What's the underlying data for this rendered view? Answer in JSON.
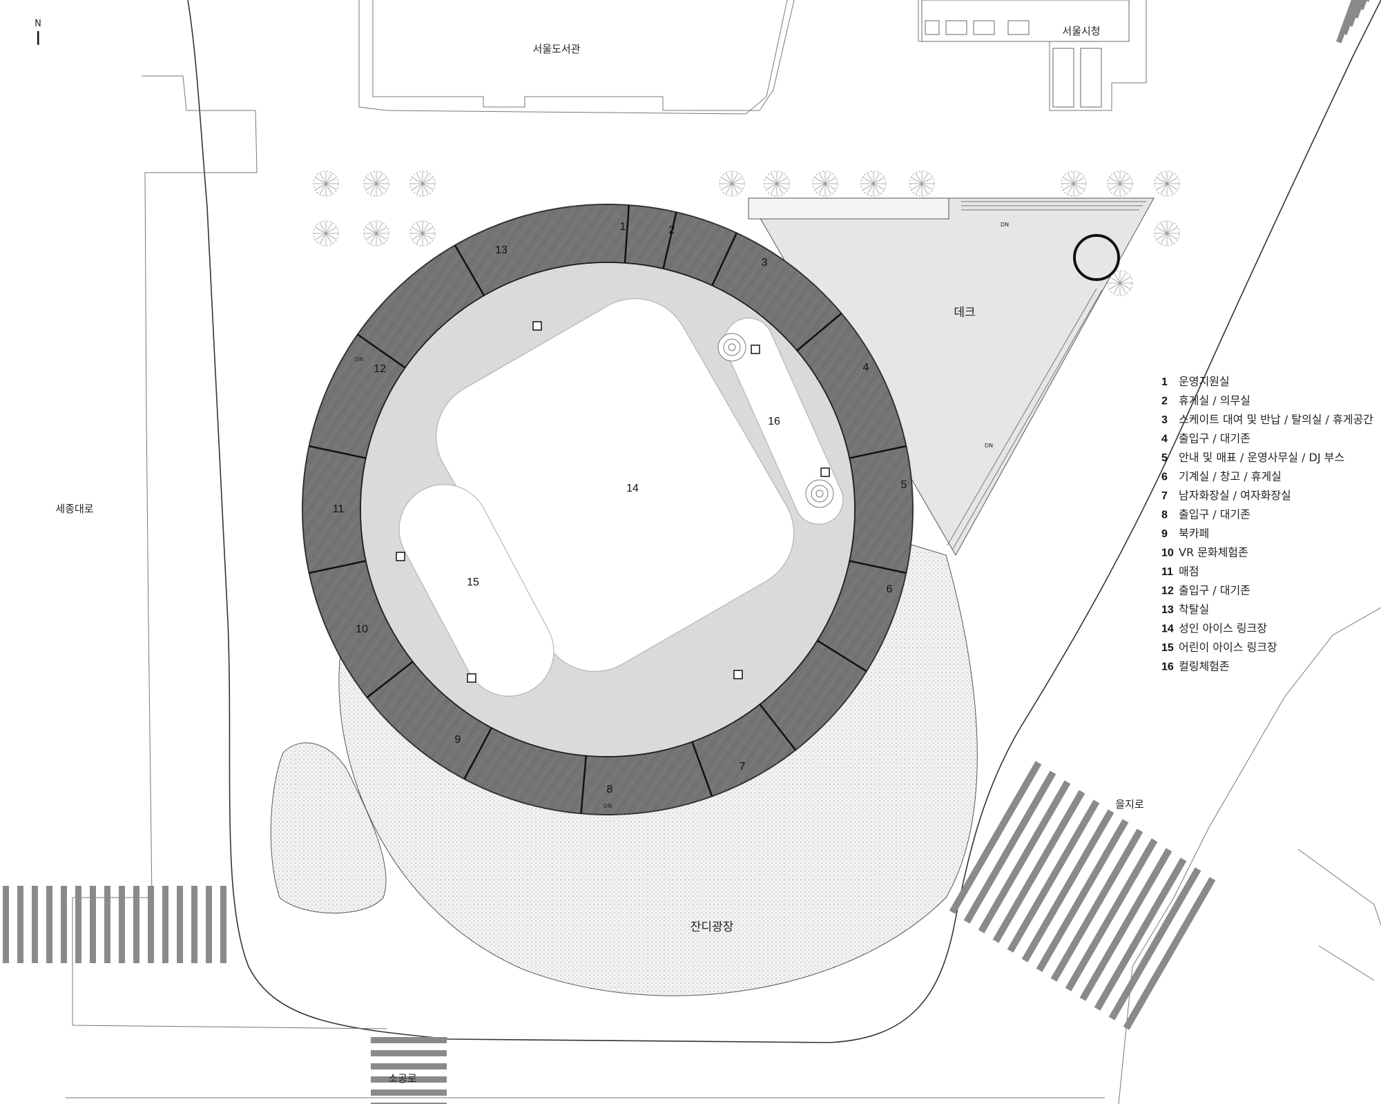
{
  "north_label": "N",
  "places": {
    "library": "서울도서관",
    "city_hall": "서울시청",
    "sejong_road": "세종대로",
    "deck": "데크",
    "lawn_plaza": "잔디광장",
    "euljiro": "을지로",
    "sogongro": "소공로"
  },
  "stair_label": "DN",
  "room_numbers": [
    "1",
    "2",
    "3",
    "4",
    "5",
    "6",
    "7",
    "8",
    "9",
    "10",
    "11",
    "12",
    "13",
    "14",
    "15",
    "16"
  ],
  "legend": [
    {
      "num": "1",
      "text": "운영지원실"
    },
    {
      "num": "2",
      "text": "휴게실 / 의무실"
    },
    {
      "num": "3",
      "text": "스케이트 대여 및 반납 / 탈의실 / 휴게공간"
    },
    {
      "num": "4",
      "text": "출입구 / 대기존"
    },
    {
      "num": "5",
      "text": "안내 및 매표 / 운영사무실 / DJ 부스"
    },
    {
      "num": "6",
      "text": "기계실 / 창고 / 휴게실"
    },
    {
      "num": "7",
      "text": "남자화장실 / 여자화장실"
    },
    {
      "num": "8",
      "text": "출입구 / 대기존"
    },
    {
      "num": "9",
      "text": "북카페"
    },
    {
      "num": "10",
      "text": "VR 문화체험존"
    },
    {
      "num": "11",
      "text": "매점"
    },
    {
      "num": "12",
      "text": "출입구 / 대기존"
    },
    {
      "num": "13",
      "text": "착탈실"
    },
    {
      "num": "14",
      "text": "성인 아이스 링크장"
    },
    {
      "num": "15",
      "text": "어린이 아이스 링크장"
    },
    {
      "num": "16",
      "text": "컬링체험존"
    }
  ],
  "colors": {
    "ring": "#6e6e6e",
    "plaza": "#d9d9d9",
    "ice": "#ffffff",
    "grass": "#eeeeee",
    "crosswalk": "#8a8a8a"
  }
}
